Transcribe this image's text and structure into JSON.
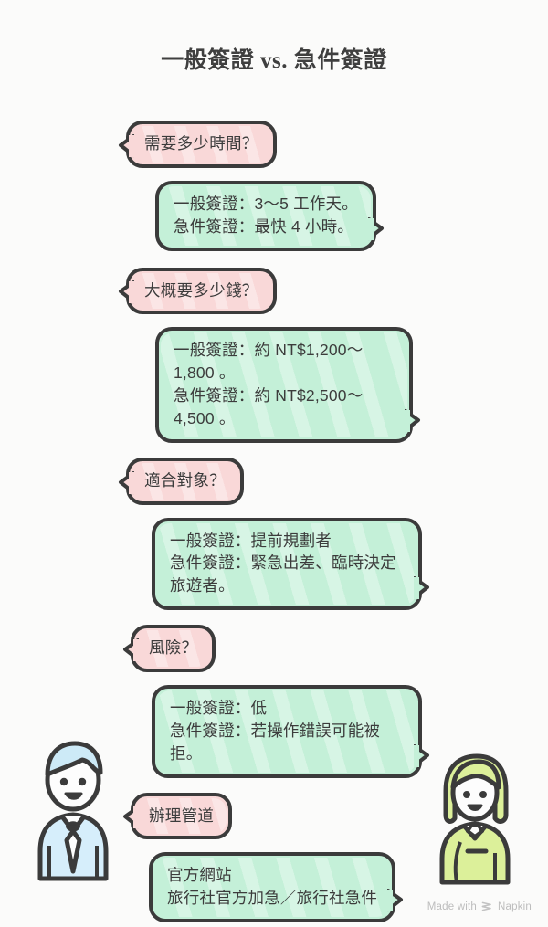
{
  "title": "一般簽證 vs. 急件簽證",
  "theme": {
    "background": "#fbfbfa",
    "question_bubble": "#f9d8d8",
    "answer_bubble": "#c4f0d8",
    "outline": "#3b3b3b",
    "text": "#3c3c3c",
    "character_left_accent": "#cdeaf7",
    "character_right_accent": "#dcf09a",
    "footer_text": "#bdbdbd"
  },
  "conversation": [
    {
      "question": "需要多少時間？",
      "answer": "一般簽證：3〜5 工作天。\n急件簽證：最快 4 小時。"
    },
    {
      "question": "大概要多少錢？",
      "answer": "一般簽證：約 NT$1,200〜1,800 。\n急件簽證：約 NT$2,500〜4,500 。"
    },
    {
      "question": "適合對象？",
      "answer": "一般簽證：提前規劃者\n急件簽證：緊急出差、臨時決定旅遊者。"
    },
    {
      "question": "風險？",
      "answer": "一般簽證：低\n急件簽證：若操作錯誤可能被拒。"
    },
    {
      "question": "辦理管道",
      "answer": "官方網站\n旅行社官方加急／旅行社急件"
    }
  ],
  "characters": {
    "left": "male-avatar",
    "right": "female-avatar"
  },
  "footer": {
    "text_before": "Made with",
    "brand": "Napkin",
    "logo": "napkin-logo-icon"
  }
}
